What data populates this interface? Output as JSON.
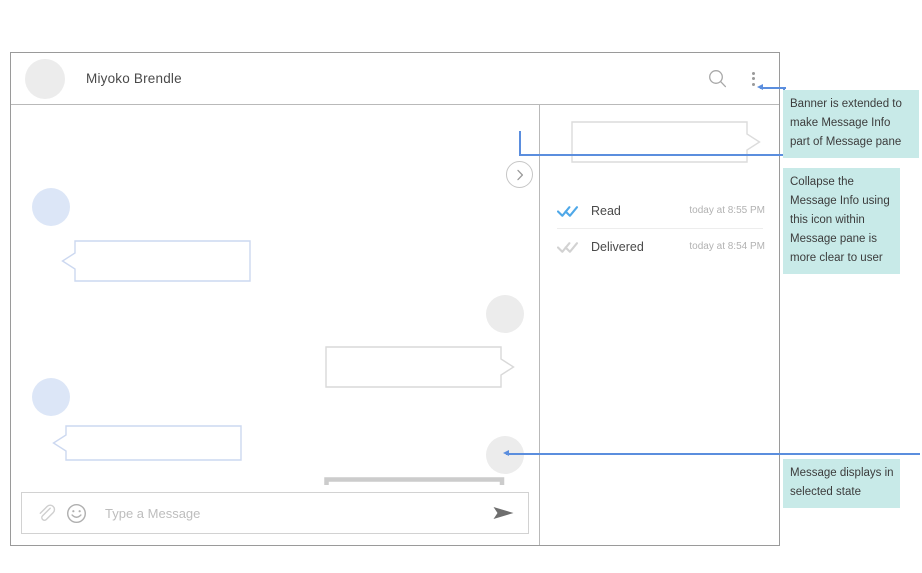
{
  "window": {
    "header": {
      "contact_name": "Miyoko Brendle",
      "avatar_icon": "avatar-placeholder-icon",
      "search_icon": "search-icon",
      "more_icon": "more-vertical-icon"
    },
    "conversation": {
      "messages": [
        {
          "id": "m1",
          "direction": "incoming",
          "state": "default"
        },
        {
          "id": "m2",
          "direction": "outgoing",
          "state": "default"
        },
        {
          "id": "m3",
          "direction": "incoming",
          "state": "default"
        },
        {
          "id": "m4",
          "direction": "outgoing",
          "state": "selected"
        }
      ],
      "composer": {
        "placeholder": "Type a Message",
        "value": "",
        "attach_icon": "paperclip-icon",
        "emoji_icon": "emoji-smiley-icon",
        "send_icon": "send-icon"
      }
    },
    "message_info": {
      "collapse_icon": "chevron-right-icon",
      "preview_direction": "outgoing",
      "rows": [
        {
          "icon": "double-check-blue-icon",
          "label": "Read",
          "time": "today at 8:55 PM"
        },
        {
          "icon": "double-check-gray-icon",
          "label": "Delivered",
          "time": "today at 8:54 PM"
        }
      ]
    }
  },
  "annotations": [
    {
      "id": "banner",
      "text": "Banner is extended to make Message Info part of Message pane"
    },
    {
      "id": "collapse",
      "text": "Collapse the Message Info using this icon within Message pane is more clear to user"
    },
    {
      "id": "selected",
      "text": "Message displays in selected state"
    }
  ],
  "colors": {
    "annotation_background": "#c8eae8",
    "leader_line": "#5b8ede",
    "incoming_bubble_border": "#ccd8f0",
    "outgoing_bubble_border": "#d9d9d9",
    "selected_bubble_border": "#cccccc",
    "incoming_avatar": "#dce6f7",
    "outgoing_avatar": "#ececec",
    "read_check": "#4fa8e8",
    "delivered_check": "#d0d0d0"
  }
}
